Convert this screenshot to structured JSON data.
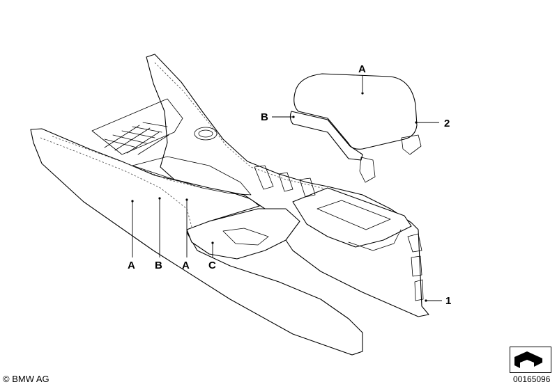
{
  "diagram": {
    "callouts": {
      "armrest_top": "A",
      "armrest_side": "B",
      "armrest_part": "2",
      "console_a_left": "A",
      "console_b": "B",
      "console_a_right": "A",
      "console_c": "C",
      "console_part": "1"
    }
  },
  "footer": {
    "copyright": "© BMW AG",
    "drawing_number": "00165096"
  },
  "colors": {
    "line": "#000000",
    "background": "#ffffff",
    "stitch": "#555555"
  },
  "icons": {
    "navigation": "arrow-box-icon"
  }
}
